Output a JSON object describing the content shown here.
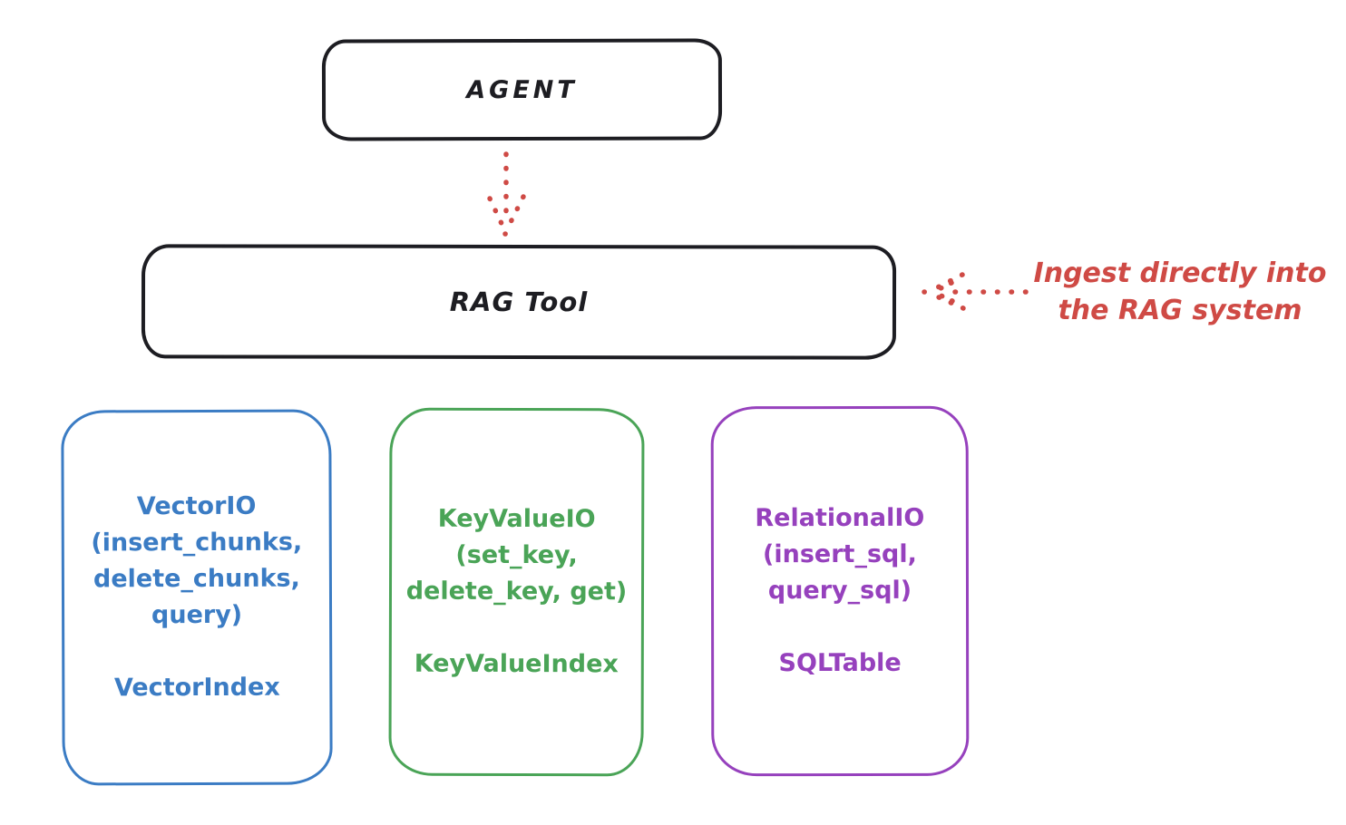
{
  "diagram": {
    "background": "#ffffff",
    "stroke_black": "#1d1d22",
    "accent_red": "#cf4a45"
  },
  "agent_box": {
    "label": "AGENT"
  },
  "rag_tool_box": {
    "label": "RAG Tool"
  },
  "annotation": {
    "line1": "Ingest directly into",
    "line2": "the RAG system",
    "color": "#cf4a45"
  },
  "arrows": [
    {
      "name": "agent-to-ragtool-arrow",
      "style": "dotted",
      "color": "#cf4a45",
      "direction": "down"
    },
    {
      "name": "annotation-to-ragtool-arrow",
      "style": "dotted",
      "color": "#cf4a45",
      "direction": "left"
    }
  ],
  "io_boxes": [
    {
      "id": "vector-io",
      "color": "#3b7cc4",
      "lines": [
        "VectorIO",
        "(insert_chunks,",
        "delete_chunks,",
        "query)"
      ],
      "index_label": "VectorIndex"
    },
    {
      "id": "keyvalue-io",
      "color": "#4aa457",
      "lines": [
        "KeyValueIO",
        "(set_key,",
        "delete_key, get)"
      ],
      "index_label": "KeyValueIndex"
    },
    {
      "id": "relational-io",
      "color": "#9641bd",
      "lines": [
        "RelationalIO",
        "(insert_sql,",
        "query_sql)"
      ],
      "index_label": "SQLTable"
    }
  ]
}
